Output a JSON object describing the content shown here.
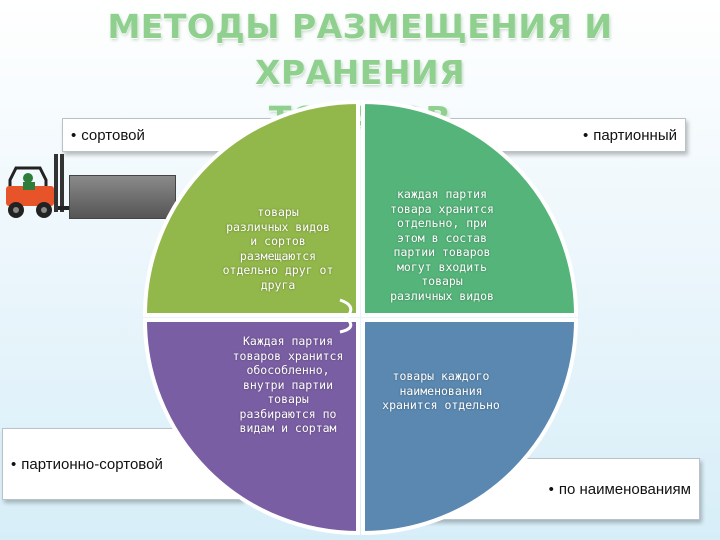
{
  "title_line1": "МЕТОДЫ РАЗМЕЩЕНИЯ И ХРАНЕНИЯ",
  "title_line2": "ТОВАРОВ",
  "methods": {
    "top_left": "сортовой",
    "top_right": "партионный",
    "bottom_left": "партионно-сортовой",
    "bottom_right": "по наименованиям"
  },
  "bullet": "•",
  "quadrants": {
    "top_left": [
      "товары",
      "различных видов",
      "и сортов",
      "размещаются",
      "отдельно друг от",
      "друга"
    ],
    "top_right": [
      "каждая партия",
      "товара хранится",
      "отдельно, при",
      "этом в состав",
      "партии товаров",
      "могут входить",
      "товары",
      "различных видов"
    ],
    "bottom_left": [
      "Каждая партия",
      "товаров хранится",
      "обособленно,",
      "внутри партии",
      "товары",
      "разбираются по",
      "видам и сортам"
    ],
    "bottom_right": [
      "товары каждого",
      "наименования",
      "хранится отдельно"
    ]
  },
  "colors": {
    "top_left": "#92b74a",
    "top_right": "#55b47a",
    "bottom_left": "#7a5ea3",
    "bottom_right": "#5a88b0",
    "title": "#8fd08f"
  },
  "icons": [
    "forklift-icon",
    "crate-icon",
    "bullet-icon"
  ]
}
